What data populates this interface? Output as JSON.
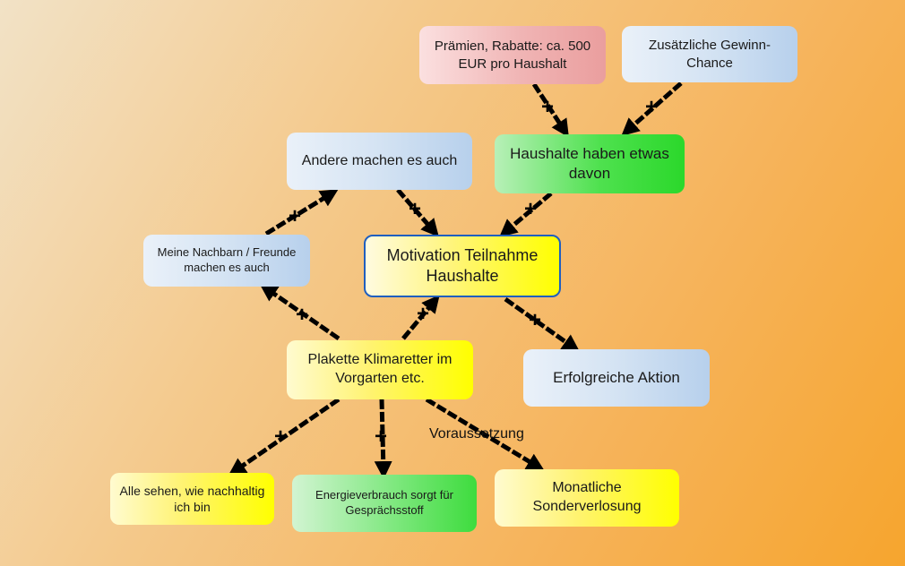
{
  "nodes": {
    "praemien": "Prämien, Rabatte: ca. 500 EUR pro Haushalt",
    "gewinn": "Zusätzliche Gewinn-Chance",
    "andere": "Andere machen es auch",
    "haushalte": "Haushalte haben etwas davon",
    "nachbarn": "Meine Nachbarn / Freunde machen es auch",
    "motivation": "Motivation Teilnahme Haushalte",
    "plakette": "Plakette Klimaretter im Vorgarten etc.",
    "erfolgreich": "Erfolgreiche Aktion",
    "alle": "Alle sehen, wie nachhaltig ich bin",
    "energie": "Energieverbrauch sorgt für Gesprächsstoff",
    "monatlich": "Monatliche Sonderverlosung"
  },
  "edges": {
    "plus_sign": "+",
    "voraussetzung": "Voraussetzung"
  },
  "colors": {
    "arrow": "#000000",
    "center_border": "#1f5fbf"
  }
}
